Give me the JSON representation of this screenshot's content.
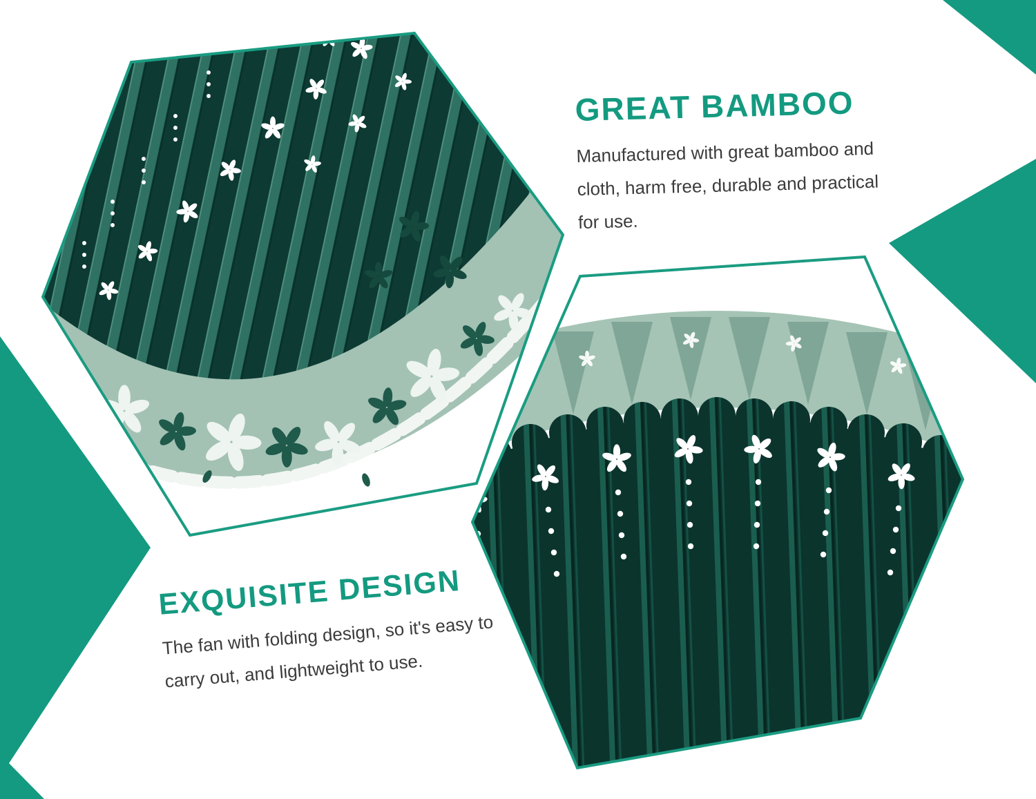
{
  "page": {
    "background": "#ffffff",
    "accent_color": "#149a80",
    "fan_dark_green": "#0c3a33",
    "fan_light_green": "#9fbfb2"
  },
  "sections": {
    "bamboo": {
      "title": "GREAT BAMBOO",
      "lines": [
        "Manufactured with great bamboo and",
        "cloth, harm free, durable and practical",
        "for use."
      ]
    },
    "design": {
      "title": "EXQUISITE DESIGN",
      "lines": [
        "The fan with folding design, so it's easy to",
        "carry out, and lightweight to use."
      ]
    }
  },
  "images": {
    "open_fan": "Open green folding fan with white sakura flower pattern",
    "folded_fan": "Half-folded green bamboo fan ribs with white flower and dot cutouts"
  }
}
